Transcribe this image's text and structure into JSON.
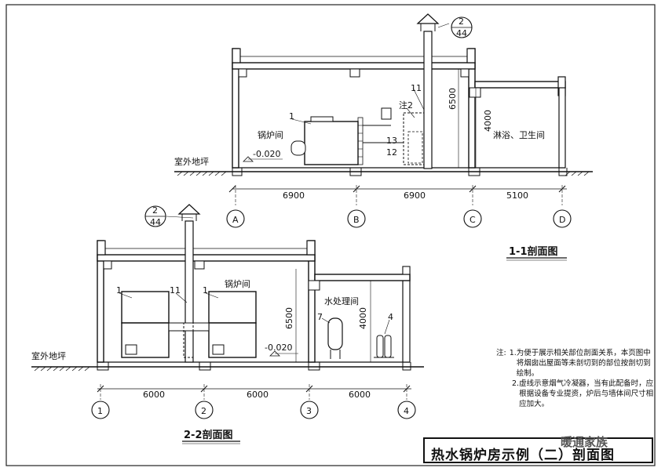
{
  "section_1_1": {
    "title": "1-1剖面图",
    "room_boiler": "锅炉间",
    "room_shower": "淋浴、卫生间",
    "ground_label": "室外地坪",
    "elevation": "-0.020",
    "height_main": "6500",
    "height_annex": "4000",
    "tags": [
      "1",
      "11",
      "注2",
      "13",
      "12"
    ],
    "detail_ref": {
      "top": "2",
      "bottom": "44"
    },
    "dims": [
      "6900",
      "6900",
      "5100"
    ],
    "axes": [
      "A",
      "B",
      "C",
      "D"
    ]
  },
  "section_2_2": {
    "title": "2-2剖面图",
    "room_boiler": "锅炉间",
    "room_water": "水处理间",
    "ground_label": "室外地坪",
    "elevation": "-0.020",
    "height_main": "6500",
    "height_annex": "4000",
    "tags": [
      "1",
      "11",
      "1",
      "7",
      "4"
    ],
    "detail_ref": {
      "top": "2",
      "bottom": "44"
    },
    "dims": [
      "6000",
      "6000",
      "6000"
    ],
    "axes": [
      "1",
      "2",
      "3",
      "4"
    ]
  },
  "notes": {
    "label": "注:",
    "items": [
      {
        "num": "1.",
        "text": "为便于展示相关部位剖面关系，本页图中将烟囱出屋面等未剖切到的部位按剖切到绘制。"
      },
      {
        "num": "2.",
        "text": "虚线示意烟气冷凝器，当有此配备时，应根据设备专业提资，炉后与墙体间尺寸相应加大。"
      }
    ]
  },
  "title_block": {
    "text": "热水锅炉房示例（二）剖面图"
  },
  "watermark": "暖通家族"
}
